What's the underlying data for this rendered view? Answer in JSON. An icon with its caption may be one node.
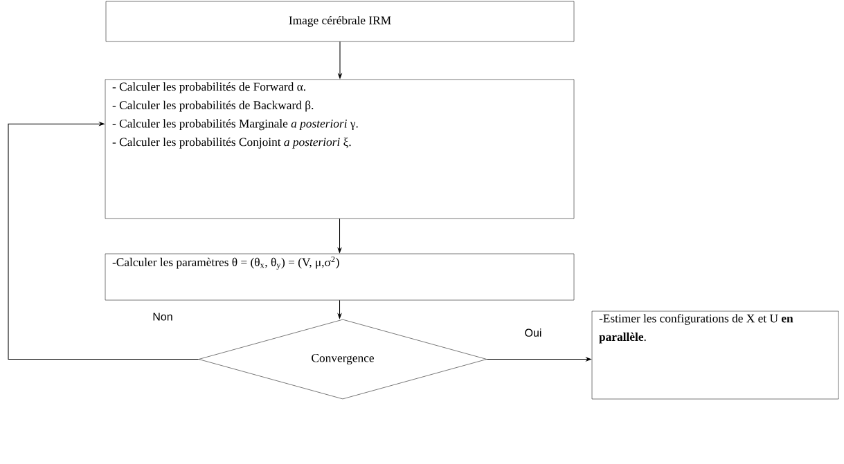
{
  "diagram": {
    "nodes": [
      {
        "text": [
          "Image cérébrale IRM"
        ]
      },
      {
        "text": [
          "- Calculer les probabilités de Forward α.",
          "- Calculer les probabilités de Backward β.",
          "- Calculer les probabilités Marginale *a posteriori* γ.",
          "- Calculer les probabilités Conjoint *a posteriori* ξ."
        ]
      },
      {
        "text": [
          "-Calculer les paramètres θ = (θ$_{x}$, θ$_{y}$) = (V, μ,σ$^{2}$)"
        ]
      },
      {
        "text": [
          "Convergence"
        ]
      },
      {
        "text": [
          "-Estimer les configurations de X et U **en parallèle**."
        ]
      }
    ],
    "edges": [
      {
        "from": 0,
        "to": 1,
        "arrow": "to"
      },
      {
        "from": 1,
        "to": 2,
        "arrow": "to"
      },
      {
        "from": 2,
        "to": 3,
        "arrow": "to"
      },
      {
        "from": 3,
        "to": 4,
        "arrow": "to",
        "label": "Oui"
      },
      {
        "from": 3,
        "to": 1,
        "arrow": "to",
        "label": "Non"
      }
    ]
  }
}
